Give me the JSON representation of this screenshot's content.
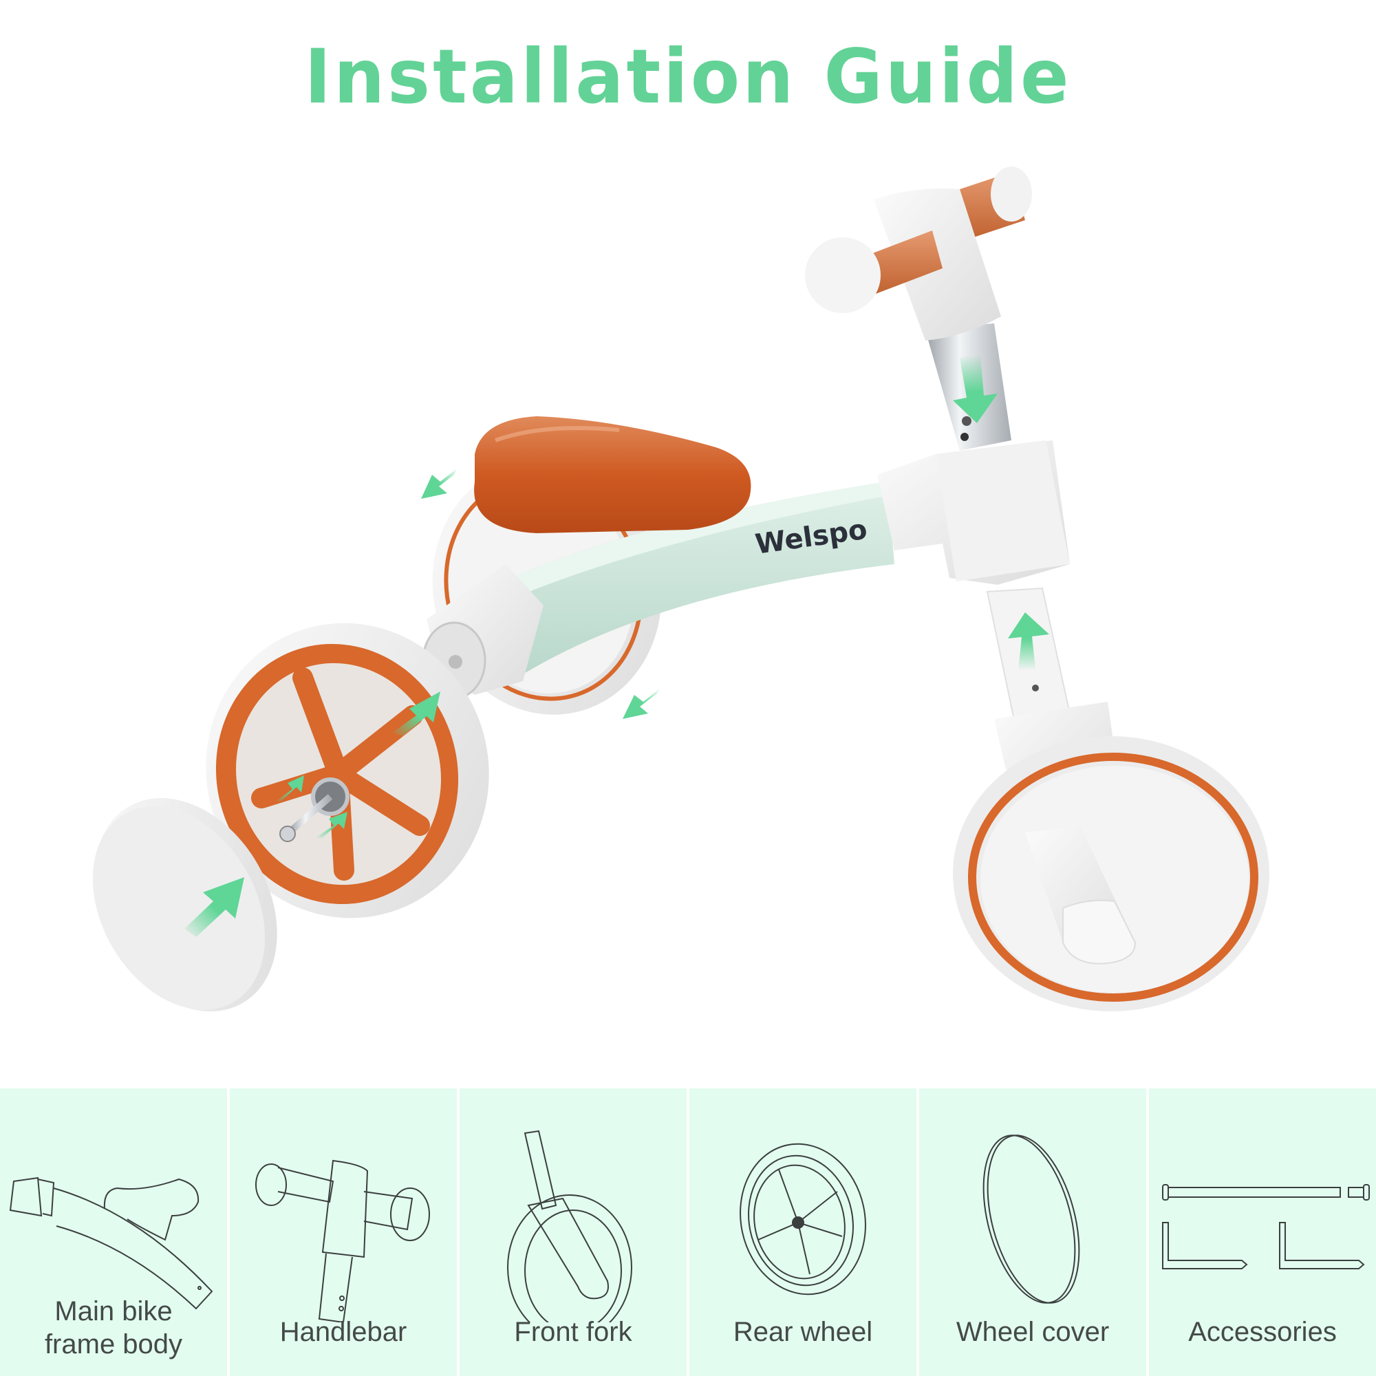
{
  "title": "Installation Guide",
  "brand_on_frame": "Welspo",
  "colors": {
    "title_green": "#63d296",
    "arrow_green": "#5fd596",
    "accent_orange": "#d8682c",
    "frame_mint": "#cde6dc",
    "panel_bg": "#e2fcf0",
    "label_text": "#444a48"
  },
  "hero": {
    "image": "balance-bike-exploded-view",
    "arrows": [
      {
        "name": "handlebar-insert-arrow",
        "direction": "down"
      },
      {
        "name": "fork-insert-arrow",
        "direction": "up"
      },
      {
        "name": "rear-left-wheel-arrow",
        "direction": "down-left"
      },
      {
        "name": "rear-right-wheel-arrow",
        "direction": "down-left"
      },
      {
        "name": "axle-insert-arrow",
        "direction": "up-right"
      },
      {
        "name": "bearing-arrow-1",
        "direction": "up-right"
      },
      {
        "name": "bearing-arrow-2",
        "direction": "up-right"
      },
      {
        "name": "wheel-cover-arrow",
        "direction": "up-right"
      }
    ]
  },
  "parts": [
    {
      "id": "frame",
      "label_line1": "Main bike",
      "label_line2": "frame body"
    },
    {
      "id": "handlebar",
      "label_line1": "Handlebar"
    },
    {
      "id": "front-fork",
      "label_line1": "Front fork"
    },
    {
      "id": "rear-wheel",
      "label_line1": "Rear wheel"
    },
    {
      "id": "wheel-cover",
      "label_line1": "Wheel cover"
    },
    {
      "id": "accessories",
      "label_line1": "Accessories"
    }
  ]
}
